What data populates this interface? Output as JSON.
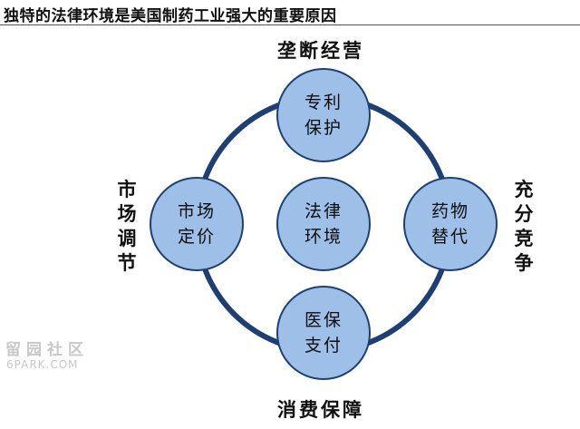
{
  "title": "独特的法律环境是美国制药工业强大的重要原因",
  "center_node": {
    "line1": "法律",
    "line2": "环境"
  },
  "nodes": {
    "top": {
      "line1": "专利",
      "line2": "保护"
    },
    "left": {
      "line1": "市场",
      "line2": "定价"
    },
    "right": {
      "line1": "药物",
      "line2": "替代"
    },
    "bottom": {
      "line1": "医保",
      "line2": "支付"
    }
  },
  "outer_labels": {
    "top": "垄断经营",
    "left": "市场调节",
    "right": "充分竞争",
    "bottom": "消费保障"
  },
  "watermark": {
    "line1": "留园社区",
    "line2": "6PARK.COM"
  },
  "colors": {
    "node_fill": "#9ec0e8",
    "node_border": "#1e3f73",
    "ring": "#1e3f73"
  }
}
